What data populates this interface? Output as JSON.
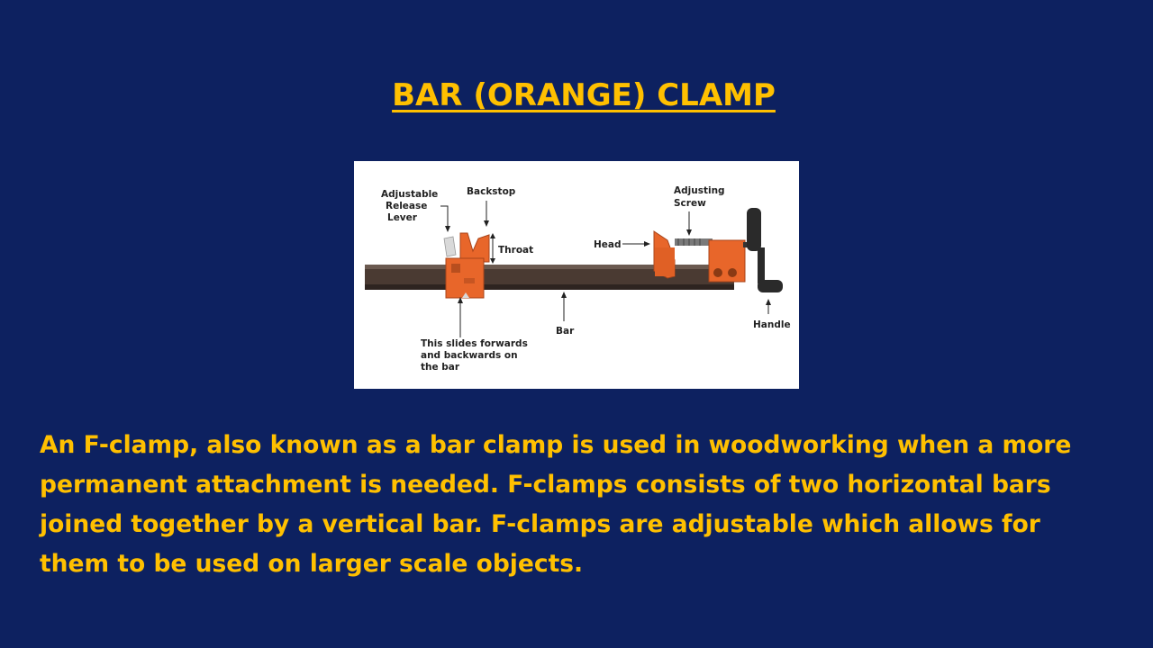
{
  "slide": {
    "title": "BAR (ORANGE) CLAMP",
    "paragraph": "An F-clamp, also known as a bar clamp is used in woodworking when a more\npermanent attachment is needed.  F-clamps consists of two horizontal bars\njoined together by a vertical bar.  F-clamps are adjustable which allows for\nthem to be used on larger scale objects."
  },
  "diagram": {
    "labels": {
      "release_lever_1": "Adjustable",
      "release_lever_2": "Release",
      "release_lever_3": "Lever",
      "backstop": "Backstop",
      "throat": "Throat",
      "adjusting_1": "Adjusting",
      "adjusting_2": "Screw",
      "head": "Head",
      "handle": "Handle",
      "bar": "Bar",
      "slides_1": "This slides forwards",
      "slides_2": "and backwards on",
      "slides_3": "the bar"
    }
  },
  "colors": {
    "background": "#0d2160",
    "text_accent": "#ffc000",
    "clamp_orange": "#e8662a",
    "bar_dark": "#4a3a32"
  }
}
